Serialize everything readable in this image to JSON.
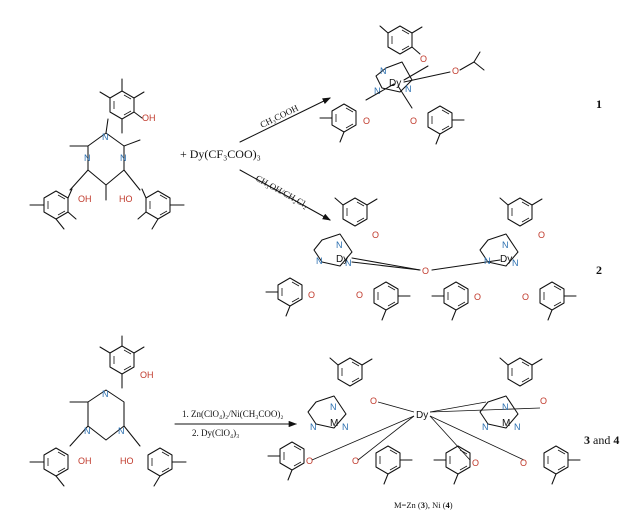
{
  "reactant_plus": "+ Dy(CF₃COO)₃",
  "arrow1_reagent": "CH₃COOH",
  "arrow2_reagent": "CH₃OH/CH₂Cl₂",
  "arrow3_reagent_1": "1. Zn(ClO₄)₂/Ni(CH₃COO)₂",
  "arrow3_reagent_2": "2. Dy(ClO₄)₃",
  "label_1": "1",
  "label_2": "2",
  "label_34_a": "3",
  "label_34_and": " and ",
  "label_34_b": "4",
  "footnote_pre": "M=Zn (",
  "footnote_zn": "3",
  "footnote_mid": "), Ni (",
  "footnote_ni": "4",
  "footnote_post": ")",
  "atom_labels": {
    "N": "N",
    "O": "O",
    "OH": "OH",
    "HO": "HO",
    "Dy": "Dy",
    "M": "M"
  }
}
